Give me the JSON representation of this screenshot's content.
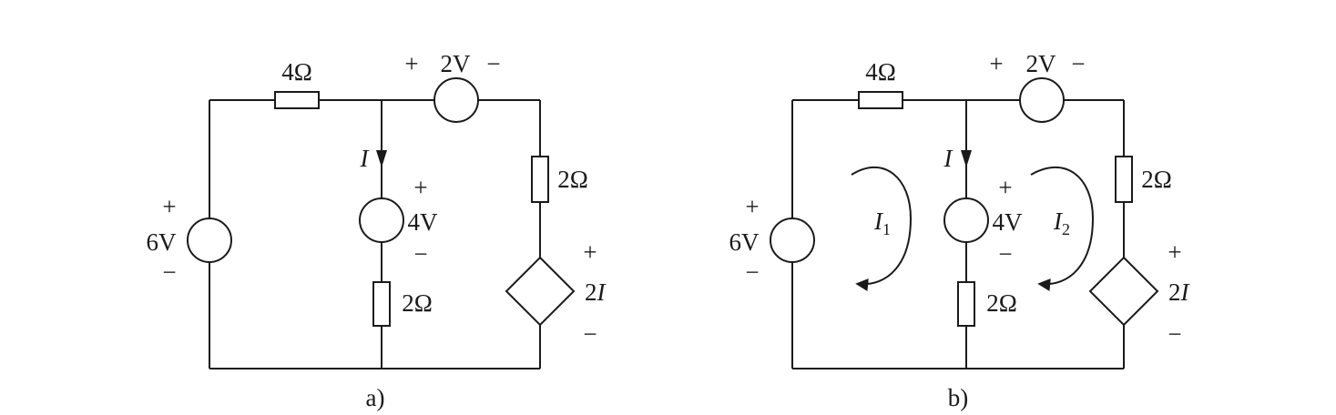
{
  "colors": {
    "line": "#1a1a1a",
    "background": "#ffffff"
  },
  "circuits": [
    {
      "caption": "a)",
      "source_left": {
        "plus": "+",
        "value": "6V",
        "minus": "−"
      },
      "resistor_top": "4Ω",
      "source_top": {
        "plus": "+",
        "value": "2V",
        "minus": "−"
      },
      "current_label": "I",
      "source_mid": {
        "plus": "+",
        "value": "4V",
        "minus": "−"
      },
      "resistor_mid": "2Ω",
      "resistor_right": "2Ω",
      "dep_source": {
        "plus": "+",
        "coef": "2",
        "var": "I",
        "minus": "−"
      }
    },
    {
      "caption": "b)",
      "source_left": {
        "plus": "+",
        "value": "6V",
        "minus": "−"
      },
      "resistor_top": "4Ω",
      "source_top": {
        "plus": "+",
        "value": "2V",
        "minus": "−"
      },
      "current_label": "I",
      "source_mid": {
        "plus": "+",
        "value": "4V",
        "minus": "−"
      },
      "resistor_mid": "2Ω",
      "resistor_right": "2Ω",
      "dep_source": {
        "plus": "+",
        "coef": "2",
        "var": "I",
        "minus": "−"
      },
      "mesh1": {
        "var": "I",
        "sub": "1"
      },
      "mesh2": {
        "var": "I",
        "sub": "2"
      }
    }
  ]
}
